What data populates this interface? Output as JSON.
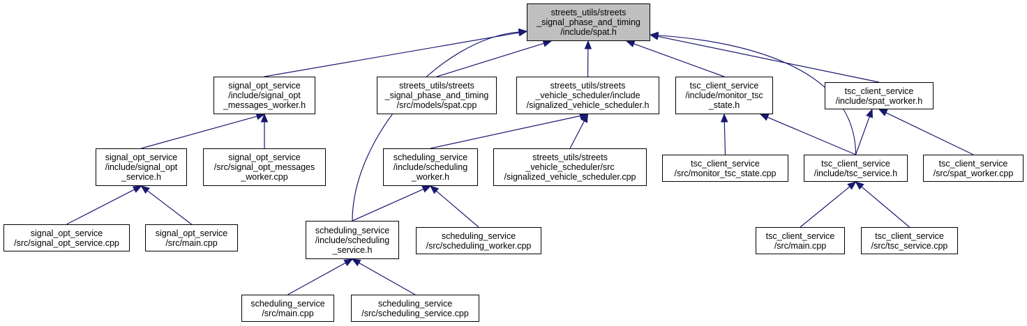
{
  "graph": {
    "edge_color": "#191970",
    "root_fill": "#bfbfbf",
    "nodes": [
      {
        "id": "spat_h",
        "lines": [
          "streets_utils/streets",
          "_signal_phase_and_timing",
          "/include/spat.h"
        ],
        "root": true
      },
      {
        "id": "sig_worker_h",
        "lines": [
          "signal_opt_service",
          "/include/signal_opt",
          "_messages_worker.h"
        ]
      },
      {
        "id": "models_spat_cpp",
        "lines": [
          "streets_utils/streets",
          "_signal_phase_and_timing",
          "/src/models/spat.cpp"
        ]
      },
      {
        "id": "sig_vs_h",
        "lines": [
          "streets_utils/streets",
          "_vehicle_scheduler/include",
          "/signalized_vehicle_scheduler.h"
        ]
      },
      {
        "id": "mon_tsc_h",
        "lines": [
          "tsc_client_service",
          "/include/monitor_tsc",
          "_state.h"
        ]
      },
      {
        "id": "spat_worker_h",
        "lines": [
          "tsc_client_service",
          "/include/spat_worker.h"
        ]
      },
      {
        "id": "sig_service_h",
        "lines": [
          "signal_opt_service",
          "/include/signal_opt",
          "_service.h"
        ]
      },
      {
        "id": "sig_worker_cpp",
        "lines": [
          "signal_opt_service",
          "/src/signal_opt_messages",
          "_worker.cpp"
        ]
      },
      {
        "id": "sched_worker_h",
        "lines": [
          "scheduling_service",
          "/include/scheduling",
          "_worker.h"
        ]
      },
      {
        "id": "sig_vs_cpp",
        "lines": [
          "streets_utils/streets",
          "_vehicle_scheduler/src",
          "/signalized_vehicle_scheduler.cpp"
        ]
      },
      {
        "id": "mon_tsc_cpp",
        "lines": [
          "tsc_client_service",
          "/src/monitor_tsc_state.cpp"
        ]
      },
      {
        "id": "tsc_service_h",
        "lines": [
          "tsc_client_service",
          "/include/tsc_service.h"
        ]
      },
      {
        "id": "spat_worker_cpp",
        "lines": [
          "tsc_client_service",
          "/src/spat_worker.cpp"
        ]
      },
      {
        "id": "sig_service_cpp",
        "lines": [
          "signal_opt_service",
          "/src/signal_opt_service.cpp"
        ]
      },
      {
        "id": "sig_main_cpp",
        "lines": [
          "signal_opt_service",
          "/src/main.cpp"
        ]
      },
      {
        "id": "sched_service_h",
        "lines": [
          "scheduling_service",
          "/include/scheduling",
          "_service.h"
        ]
      },
      {
        "id": "sched_worker_cpp",
        "lines": [
          "scheduling_service",
          "/src/scheduling_worker.cpp"
        ]
      },
      {
        "id": "tsc_main_cpp",
        "lines": [
          "tsc_client_service",
          "/src/main.cpp"
        ]
      },
      {
        "id": "tsc_service_cpp",
        "lines": [
          "tsc_client_service",
          "/src/tsc_service.cpp"
        ]
      },
      {
        "id": "sched_main_cpp",
        "lines": [
          "scheduling_service",
          "/src/main.cpp"
        ]
      },
      {
        "id": "sched_service_cpp",
        "lines": [
          "scheduling_service",
          "/src/scheduling_service.cpp"
        ]
      }
    ],
    "edges": [
      {
        "from": "sig_worker_h",
        "to": "spat_h"
      },
      {
        "from": "models_spat_cpp",
        "to": "spat_h"
      },
      {
        "from": "sig_vs_h",
        "to": "spat_h"
      },
      {
        "from": "mon_tsc_h",
        "to": "spat_h"
      },
      {
        "from": "spat_worker_h",
        "to": "spat_h"
      },
      {
        "from": "sched_service_h",
        "to": "spat_h"
      },
      {
        "from": "tsc_service_h",
        "to": "spat_h"
      },
      {
        "from": "sig_service_h",
        "to": "sig_worker_h"
      },
      {
        "from": "sig_worker_cpp",
        "to": "sig_worker_h"
      },
      {
        "from": "sched_worker_h",
        "to": "sig_vs_h"
      },
      {
        "from": "sig_vs_cpp",
        "to": "sig_vs_h"
      },
      {
        "from": "mon_tsc_cpp",
        "to": "mon_tsc_h"
      },
      {
        "from": "tsc_service_h",
        "to": "mon_tsc_h"
      },
      {
        "from": "tsc_service_h",
        "to": "spat_worker_h"
      },
      {
        "from": "spat_worker_cpp",
        "to": "spat_worker_h"
      },
      {
        "from": "sig_service_cpp",
        "to": "sig_service_h"
      },
      {
        "from": "sig_main_cpp",
        "to": "sig_service_h"
      },
      {
        "from": "sched_service_h",
        "to": "sched_worker_h"
      },
      {
        "from": "sched_worker_cpp",
        "to": "sched_worker_h"
      },
      {
        "from": "tsc_main_cpp",
        "to": "tsc_service_h"
      },
      {
        "from": "tsc_service_cpp",
        "to": "tsc_service_h"
      },
      {
        "from": "sched_main_cpp",
        "to": "sched_service_h"
      },
      {
        "from": "sched_service_cpp",
        "to": "sched_service_h"
      }
    ]
  }
}
